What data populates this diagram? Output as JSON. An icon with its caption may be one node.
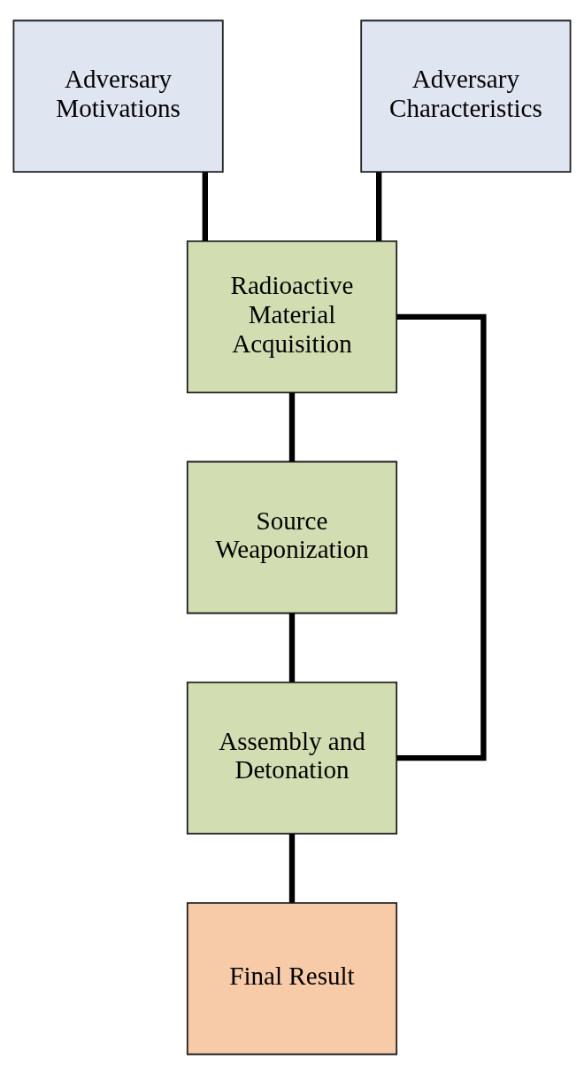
{
  "diagram": {
    "nodes": [
      {
        "text": [
          "Adversary Motivations"
        ]
      },
      {
        "text": [
          "Adversary Characteristics"
        ]
      },
      {
        "text": [
          "Radioactive Material Acquisition"
        ]
      },
      {
        "text": [
          "Source Weaponization"
        ]
      },
      {
        "text": [
          "Assembly and Detonation"
        ]
      },
      {
        "text": [
          "Final Result"
        ]
      }
    ],
    "edges": [
      {
        "from": 0,
        "to": 2,
        "arrow": "none"
      },
      {
        "from": 1,
        "to": 2,
        "arrow": "none"
      },
      {
        "from": 2,
        "to": 3,
        "arrow": "none"
      },
      {
        "from": 3,
        "to": 4,
        "arrow": "none"
      },
      {
        "from": 2,
        "to": 4,
        "arrow": "none"
      },
      {
        "from": 4,
        "to": 5,
        "arrow": "none"
      }
    ]
  }
}
